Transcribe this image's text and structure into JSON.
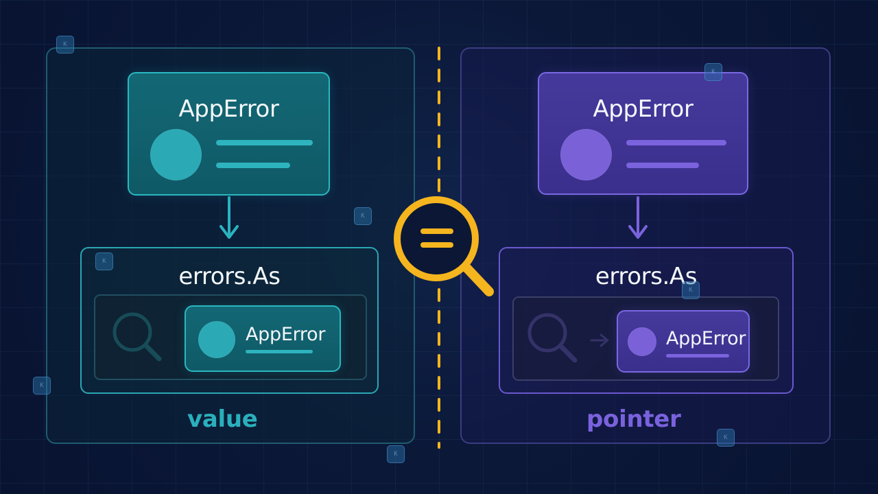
{
  "left_panel": {
    "top_card_title": "AppError",
    "operation_title": "errors.As",
    "small_card_title": "AppError",
    "label": "value",
    "accent": "#2ab0bc"
  },
  "right_panel": {
    "top_card_title": "AppError",
    "operation_title": "errors.As",
    "small_card_title": "AppError",
    "label": "pointer",
    "accent": "#7a62de"
  },
  "center_icon": {
    "symbol": "=",
    "accent": "#f4b51f"
  },
  "watermarks": [
    "watermark-icon",
    "watermark-icon",
    "watermark-icon",
    "watermark-icon",
    "watermark-icon",
    "watermark-icon",
    "watermark-icon",
    "watermark-icon"
  ]
}
